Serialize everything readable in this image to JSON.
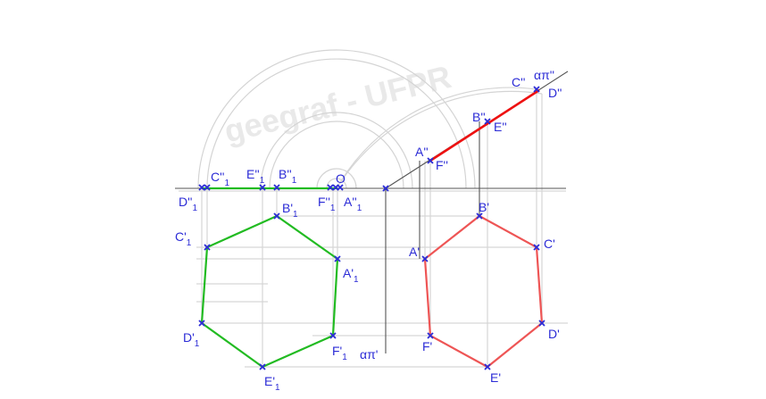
{
  "watermark": "geegraf - UFPR",
  "labels": {
    "C2": "C''",
    "D2": "D''",
    "alpha2": "απ''",
    "B2": "B''",
    "E2": "E''",
    "A2": "A''",
    "F2": "F''",
    "alpha1": "απ'",
    "C2r": "C''",
    "D2r": "D''",
    "E2r": "E''",
    "B2r": "B''",
    "O": "O",
    "F2r": "F''",
    "A2r": "A''",
    "sub1": "1",
    "Bp1": "B'",
    "Cp1": "C'",
    "Ap1": "A'",
    "Dp1": "D'",
    "Fp1": "F'",
    "Ep1": "E'",
    "Bp": "B'",
    "Cp": "C'",
    "Ap": "A'",
    "Dp": "D'",
    "Fp": "F'",
    "Ep": "E'"
  },
  "colors": {
    "marker": "#2b2bd6",
    "true_shape": "#22bb22",
    "projection": "#ee5555",
    "trace": "#ee1111",
    "construction": "#d4d4d4",
    "line": "#555555"
  }
}
